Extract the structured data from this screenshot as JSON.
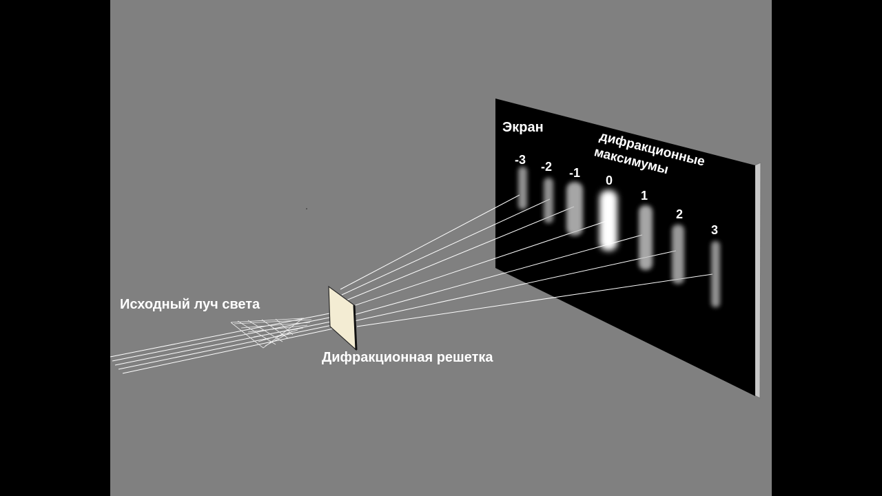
{
  "labels": {
    "screen": "Экран",
    "maxima_line1": "дифракционные",
    "maxima_line2": "максимумы",
    "source_beam": "Исходный луч света",
    "grating": "Дифракционная решетка"
  },
  "orders": [
    {
      "label": "-3",
      "brightness": 0.65
    },
    {
      "label": "-2",
      "brightness": 0.65
    },
    {
      "label": "-1",
      "brightness": 0.75
    },
    {
      "label": "0",
      "brightness": 1.0
    },
    {
      "label": "1",
      "brightness": 0.75
    },
    {
      "label": "2",
      "brightness": 0.7
    },
    {
      "label": "3",
      "brightness": 0.65
    }
  ],
  "colors": {
    "background": "#000000",
    "panel": "#808080",
    "screen": "#000000",
    "screen_edge": "#c8c8c8",
    "grating": "#f3ecd3",
    "ray": "#ffffff"
  }
}
